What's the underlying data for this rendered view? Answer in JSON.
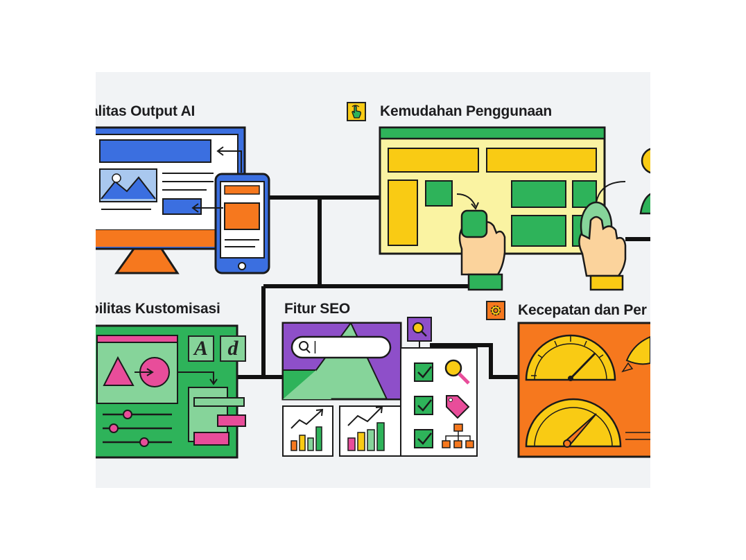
{
  "sections": {
    "ai_output": {
      "title": "alitas Output AI",
      "icon": "device-icon"
    },
    "ease_of_use": {
      "title": "Kemudahan Penggunaan",
      "icon": "hand-pointer-icon"
    },
    "customization": {
      "title": "bilitas Kustomisasi",
      "glyph_a": "A",
      "glyph_d": "d"
    },
    "seo": {
      "title": "Fitur SEO",
      "icon": "magnifier-icon",
      "search_cursor": "|"
    },
    "speed": {
      "title": "Kecepatan dan Per",
      "icon": "gear-icon"
    }
  },
  "colors": {
    "blue": "#3b6fe0",
    "orange": "#f6781e",
    "yellow": "#f9cb14",
    "green": "#2eb35a",
    "light_green": "#86d49a",
    "purple": "#8e4fc9",
    "pink": "#e84d9a",
    "pale_yellow": "#faf3a2",
    "background": "#f1f3f5"
  }
}
